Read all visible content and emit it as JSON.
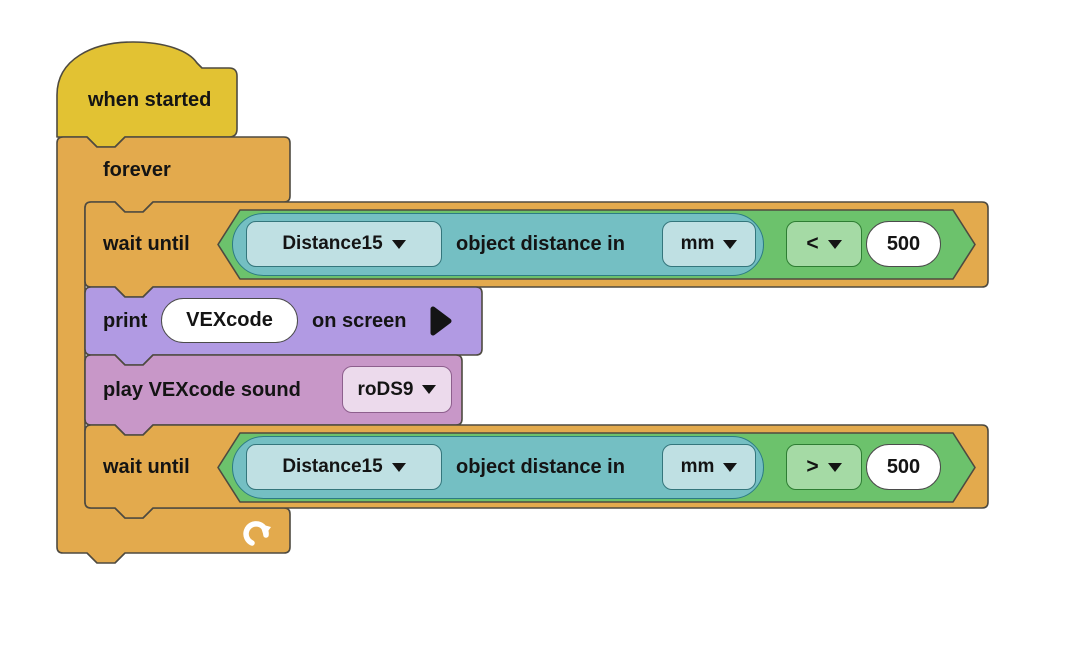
{
  "blocks": {
    "when_started": {
      "label": "when started"
    },
    "forever": {
      "label": "forever"
    },
    "wait_until_first": {
      "label": "wait until",
      "condition": {
        "sensor": "Distance15",
        "reporter_label": "object distance in",
        "unit": "mm",
        "operator": "<",
        "value": "500"
      }
    },
    "print_on_screen": {
      "prefix": "print",
      "text": "VEXcode",
      "suffix": "on screen"
    },
    "play_sound": {
      "label": "play VEXcode sound",
      "sound": "roDS9"
    },
    "wait_until_second": {
      "label": "wait until",
      "condition": {
        "sensor": "Distance15",
        "reporter_label": "object distance in",
        "unit": "mm",
        "operator": ">",
        "value": "500"
      }
    }
  },
  "icons": {
    "loop_arrow": "loop-arrow",
    "expand_arrow": "expand-right-arrow",
    "dropdown_arrow": "caret-down"
  },
  "colors": {
    "hat_fill": "#e2c233",
    "c_block_fill": "#e3aa4d",
    "boolean_fill": "#6cc26c",
    "reporter_fill": "#74bfc3",
    "reporter_dropdown_fill": "#bfe0e3",
    "operator_dropdown_fill": "#a5daa5",
    "value_fill": "#ffffff",
    "print_fill": "#b19ae3",
    "sound_fill": "#c897c8",
    "sound_dropdown_fill": "#ecdaec",
    "workspace_background": "#ffffff"
  }
}
